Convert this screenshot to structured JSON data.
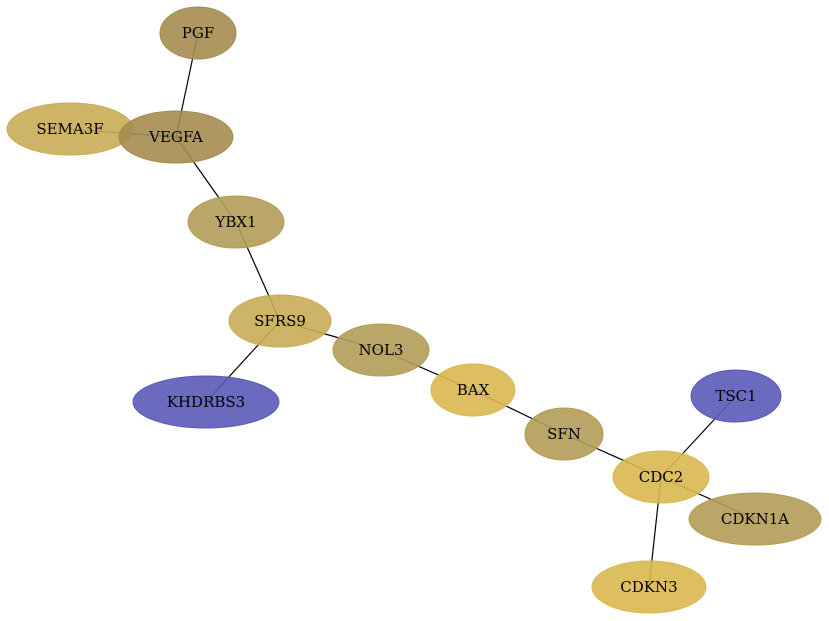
{
  "colors": {
    "olive_dark": "#a58c50",
    "olive_mid": "#b29c58",
    "gold": "#c9ac55",
    "gold_light": "#d9b850",
    "blue": "#5a5ab8"
  },
  "nodes": [
    {
      "id": "PGF",
      "label": "PGF",
      "color": "olive_dark"
    },
    {
      "id": "SEMA3F",
      "label": "SEMA3F",
      "color": "gold"
    },
    {
      "id": "VEGFA",
      "label": "VEGFA",
      "color": "olive_dark"
    },
    {
      "id": "YBX1",
      "label": "YBX1",
      "color": "olive_mid"
    },
    {
      "id": "SFRS9",
      "label": "SFRS9",
      "color": "gold"
    },
    {
      "id": "KHDRBS3",
      "label": "KHDRBS3",
      "color": "blue"
    },
    {
      "id": "NOL3",
      "label": "NOL3",
      "color": "olive_mid"
    },
    {
      "id": "BAX",
      "label": "BAX",
      "color": "gold_light"
    },
    {
      "id": "SFN",
      "label": "SFN",
      "color": "olive_mid"
    },
    {
      "id": "TSC1",
      "label": "TSC1",
      "color": "blue"
    },
    {
      "id": "CDC2",
      "label": "CDC2",
      "color": "gold_light"
    },
    {
      "id": "CDKN1A",
      "label": "CDKN1A",
      "color": "olive_mid"
    },
    {
      "id": "CDKN3",
      "label": "CDKN3",
      "color": "gold_light"
    }
  ],
  "edges": [
    [
      "PGF",
      "VEGFA"
    ],
    [
      "SEMA3F",
      "VEGFA"
    ],
    [
      "VEGFA",
      "YBX1"
    ],
    [
      "YBX1",
      "SFRS9"
    ],
    [
      "SFRS9",
      "KHDRBS3"
    ],
    [
      "SFRS9",
      "NOL3"
    ],
    [
      "NOL3",
      "BAX"
    ],
    [
      "BAX",
      "SFN"
    ],
    [
      "SFN",
      "CDC2"
    ],
    [
      "CDC2",
      "TSC1"
    ],
    [
      "CDC2",
      "CDKN1A"
    ],
    [
      "CDC2",
      "CDKN3"
    ]
  ]
}
